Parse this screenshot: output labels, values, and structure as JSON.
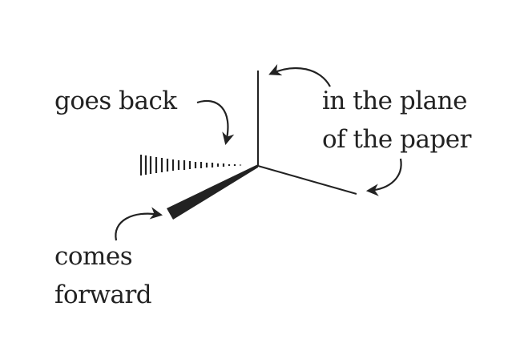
{
  "labels": {
    "goes_back": "goes back",
    "in_plane_line1": "in the plane",
    "in_plane_line2": "of the paper",
    "comes_forward_line1": "comes",
    "comes_forward_line2": "forward"
  },
  "colors": {
    "ink": "#222222",
    "background": "#ffffff"
  }
}
